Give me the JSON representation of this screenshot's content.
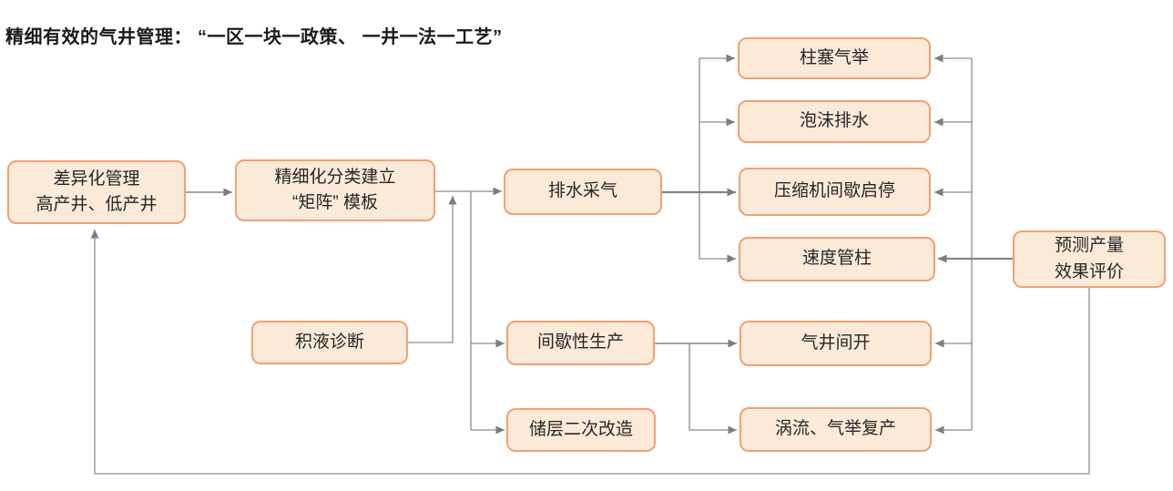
{
  "title": "精细有效的气井管理： “一区一块一政策、 一井一法一工艺”",
  "colors": {
    "box_fill": "#fcead9",
    "box_border": "#f0a173",
    "connector": "#8c8c8c",
    "arrowhead": "#7d7d7d",
    "title_text": "#1a1a1a",
    "label_text": "#262626",
    "background": "#ffffff"
  },
  "nodes": {
    "differential": {
      "line1": "差异化管理",
      "line2": "高产井、低产井"
    },
    "matrix": {
      "line1": "精细化分类建立",
      "line2": "“矩阵” 模板"
    },
    "liquid": {
      "label": "积液诊断"
    },
    "drainage": {
      "label": "排水采气"
    },
    "intermittent": {
      "label": "间歇性生产"
    },
    "reservoir": {
      "label": "储层二次改造"
    },
    "plunger": {
      "label": "柱塞气举"
    },
    "foam": {
      "label": "泡沫排水"
    },
    "compressor": {
      "label": "压缩机间歇启停"
    },
    "velocity": {
      "label": "速度管柱"
    },
    "well_open": {
      "label": "气井间开"
    },
    "vortex": {
      "label": "涡流、气举复产"
    },
    "predict": {
      "line1": "预测产量",
      "line2": "效果评价"
    }
  },
  "edges": [
    {
      "from": "differential",
      "to": "matrix"
    },
    {
      "from": "matrix",
      "to": "drainage"
    },
    {
      "from": "liquid",
      "to": "drainage"
    },
    {
      "from": "matrix",
      "to": "intermittent"
    },
    {
      "from": "matrix",
      "to": "reservoir"
    },
    {
      "from": "drainage",
      "to": "plunger"
    },
    {
      "from": "drainage",
      "to": "foam"
    },
    {
      "from": "drainage",
      "to": "compressor"
    },
    {
      "from": "drainage",
      "to": "velocity"
    },
    {
      "from": "intermittent",
      "to": "well_open"
    },
    {
      "from": "intermittent",
      "to": "vortex"
    },
    {
      "from": "predict",
      "to": "plunger"
    },
    {
      "from": "predict",
      "to": "foam"
    },
    {
      "from": "predict",
      "to": "compressor"
    },
    {
      "from": "predict",
      "to": "velocity"
    },
    {
      "from": "predict",
      "to": "well_open"
    },
    {
      "from": "predict",
      "to": "vortex"
    },
    {
      "from": "predict",
      "to": "differential"
    }
  ]
}
